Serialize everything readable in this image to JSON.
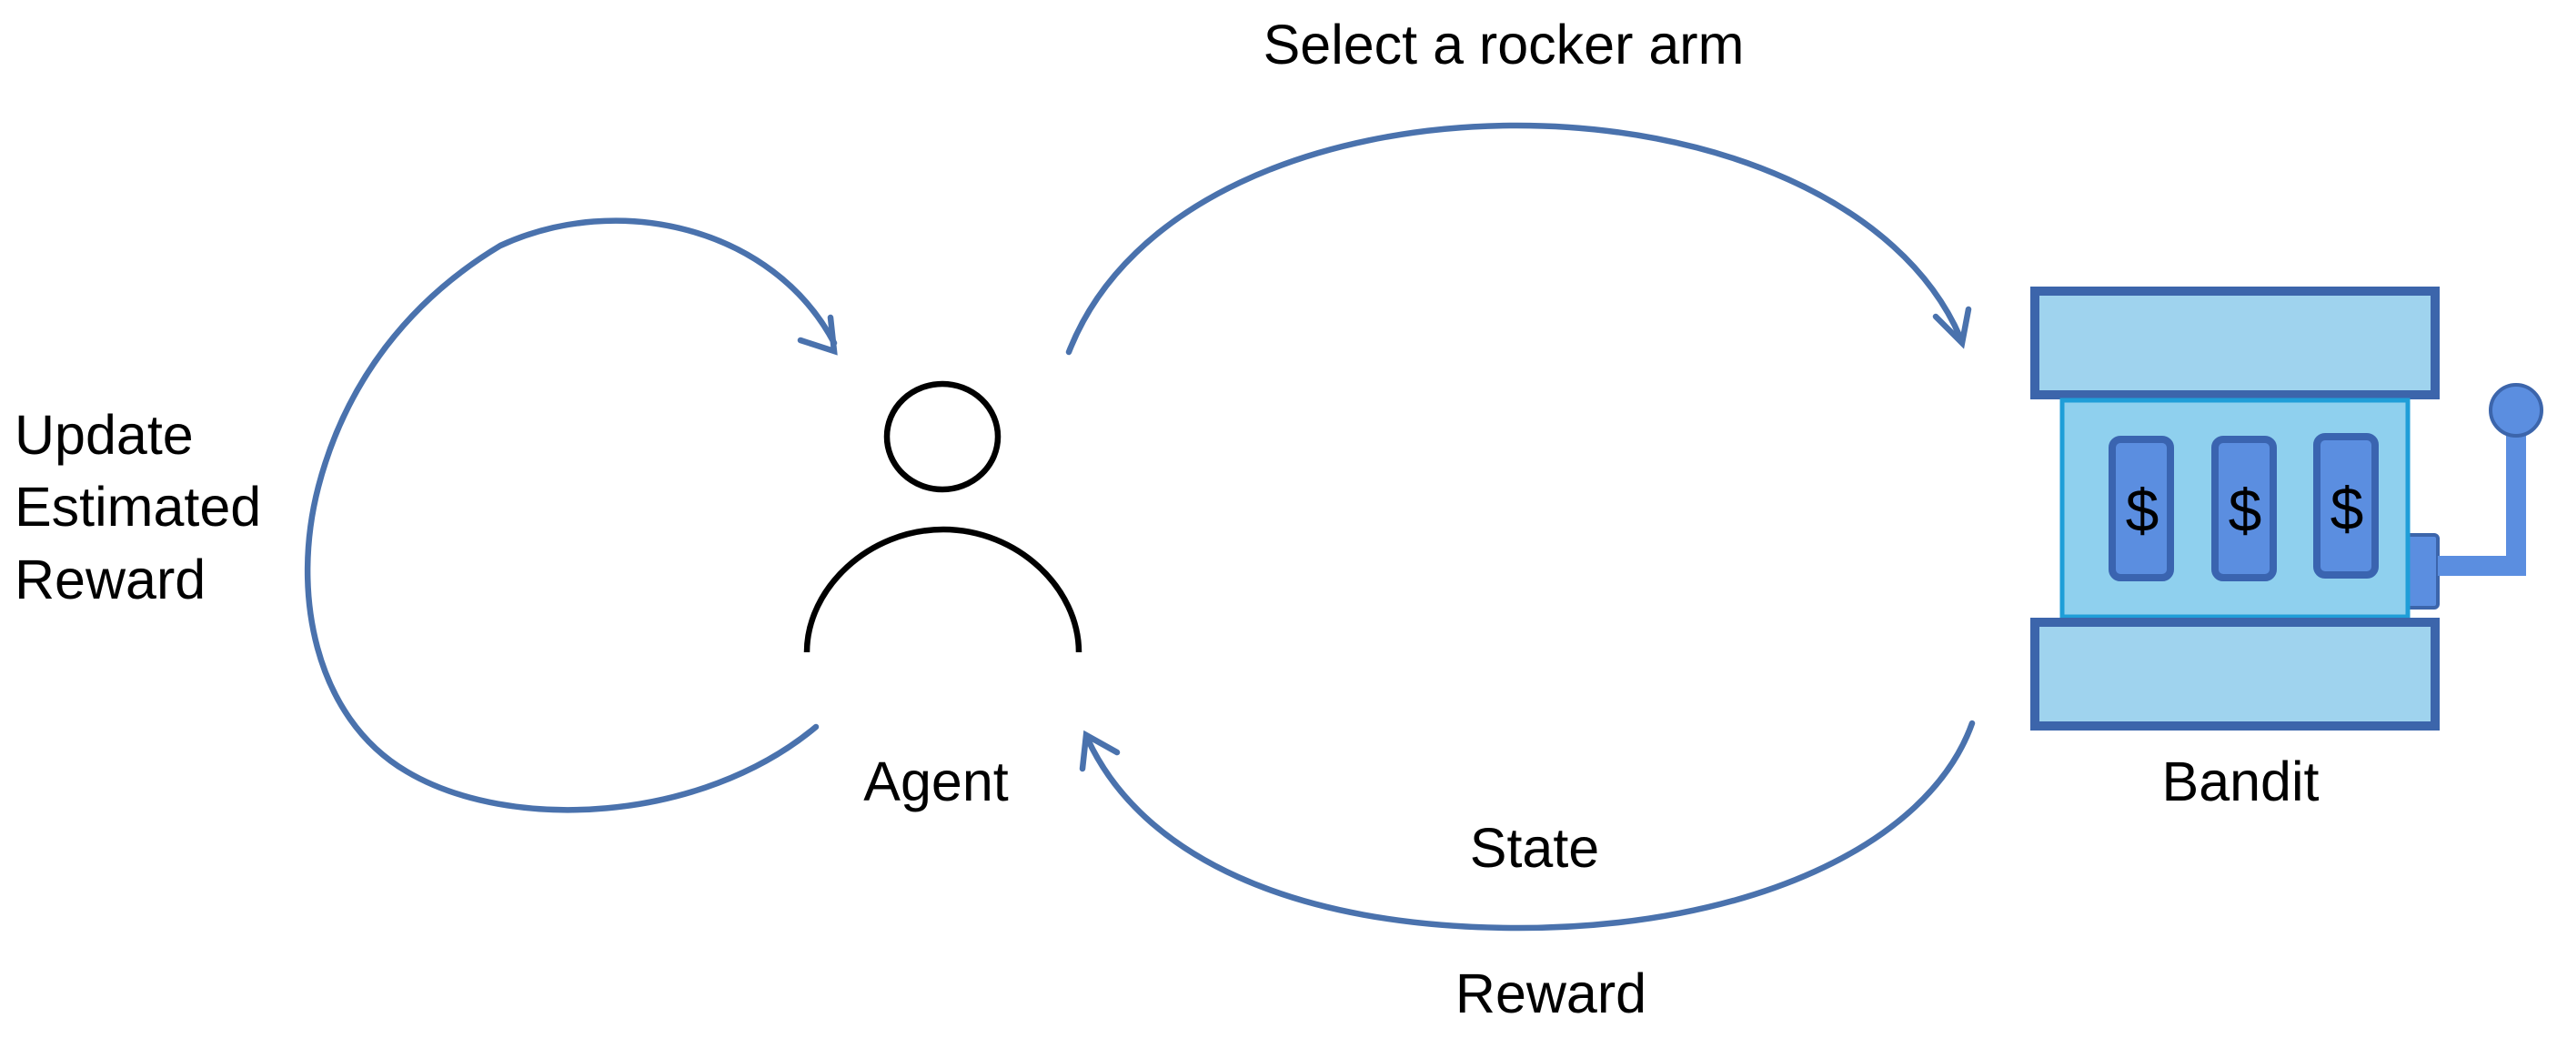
{
  "labels": {
    "select_arm": "Select a rocker arm",
    "update_line1": "Update",
    "update_line2": "Estimated",
    "update_line3": "Reward",
    "agent": "Agent",
    "bandit": "Bandit",
    "state": "State",
    "reward": "Reward"
  },
  "bandit": {
    "reels": [
      "$",
      "$",
      "$"
    ]
  },
  "icons": {
    "agent": "person-icon",
    "bandit": "slot-machine-icon"
  },
  "colors": {
    "arrow": "#4a72ad",
    "machine_fill": "#9fd3ee",
    "machine_border": "#3c65ab",
    "window_fill": "#8fd0ee",
    "window_border": "#1f9ed8",
    "reel_fill": "#5b8ee0",
    "reel_border": "#3a64b0",
    "lever": "#5b8ee0",
    "person": "#000000"
  }
}
